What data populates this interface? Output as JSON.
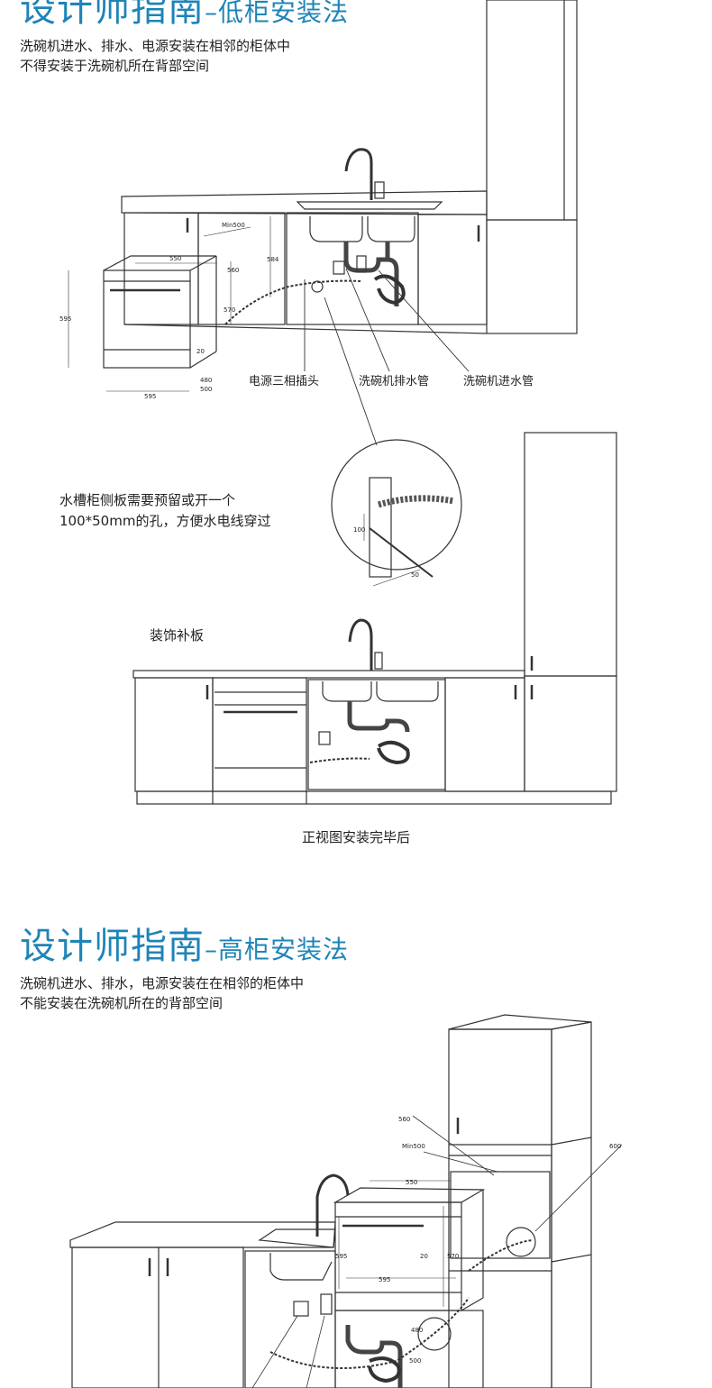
{
  "section1": {
    "title_main": "设计师指南",
    "title_sub": "–低柜安装法",
    "desc_line1": "洗碗机进水、排水、电源安装在相邻的柜体中",
    "desc_line2": "不得安装于洗碗机所在背部空间",
    "callouts": [
      "电源三相插头",
      "洗碗机排水管",
      "洗碗机进水管"
    ],
    "dims": [
      "Min500",
      "550",
      "560",
      "584",
      "595",
      "20",
      "480",
      "500",
      "595",
      "570"
    ],
    "detail_note_line1": "水槽柜侧板需要预留或开一个",
    "detail_note_line2": "100*50mm的孔，方便水电线穿过",
    "detail_dims": [
      "100",
      "50"
    ],
    "front_label": "装饰补板",
    "front_caption": "正视图安装完毕后"
  },
  "section2": {
    "title_main": "设计师指南",
    "title_sub": "–高柜安装法",
    "desc_line1": "洗碗机进水、排水，电源安装在在相邻的柜体中",
    "desc_line2": "不能安装在洗碗机所在的背部空间",
    "dims": [
      "560",
      "Min500",
      "600",
      "550",
      "595",
      "20",
      "595",
      "570",
      "480",
      "500"
    ]
  }
}
